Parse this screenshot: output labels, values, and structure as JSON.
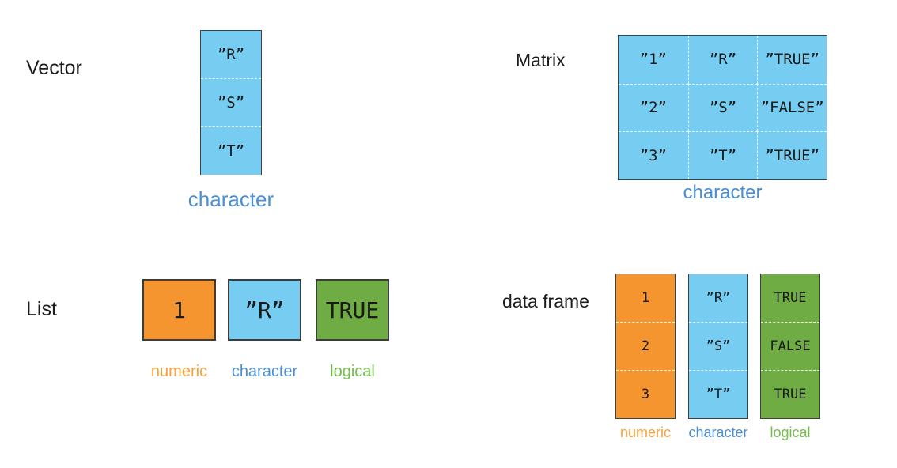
{
  "colors": {
    "blue_fill": "#76CDF1",
    "orange_fill": "#F5952F",
    "green_fill": "#6FAD44",
    "border": "#404040",
    "label_blue": "#4A8FD3",
    "label_orange": "#F7A13C",
    "label_green": "#72BE49",
    "cell_text": "#1a1a1a"
  },
  "vector": {
    "title": "Vector",
    "cells": [
      "”R”",
      "”S”",
      "”T”"
    ],
    "type_label": "character"
  },
  "matrix": {
    "title": "Matrix",
    "rows": [
      [
        "”1”",
        "”R”",
        "”TRUE”"
      ],
      [
        "”2”",
        "”S”",
        "”FALSE”"
      ],
      [
        "”3”",
        "”T”",
        "”TRUE”"
      ]
    ],
    "type_label": "character"
  },
  "list": {
    "title": "List",
    "items": [
      {
        "value": "1",
        "type_label": "numeric"
      },
      {
        "value": "”R”",
        "type_label": "character"
      },
      {
        "value": "TRUE",
        "type_label": "logical"
      }
    ]
  },
  "data_frame": {
    "title": "data frame",
    "columns": [
      {
        "type_label": "numeric",
        "cells": [
          "1",
          "2",
          "3"
        ]
      },
      {
        "type_label": "character",
        "cells": [
          "”R”",
          "”S”",
          "”T”"
        ]
      },
      {
        "type_label": "logical",
        "cells": [
          "TRUE",
          "FALSE",
          "TRUE"
        ]
      }
    ]
  }
}
